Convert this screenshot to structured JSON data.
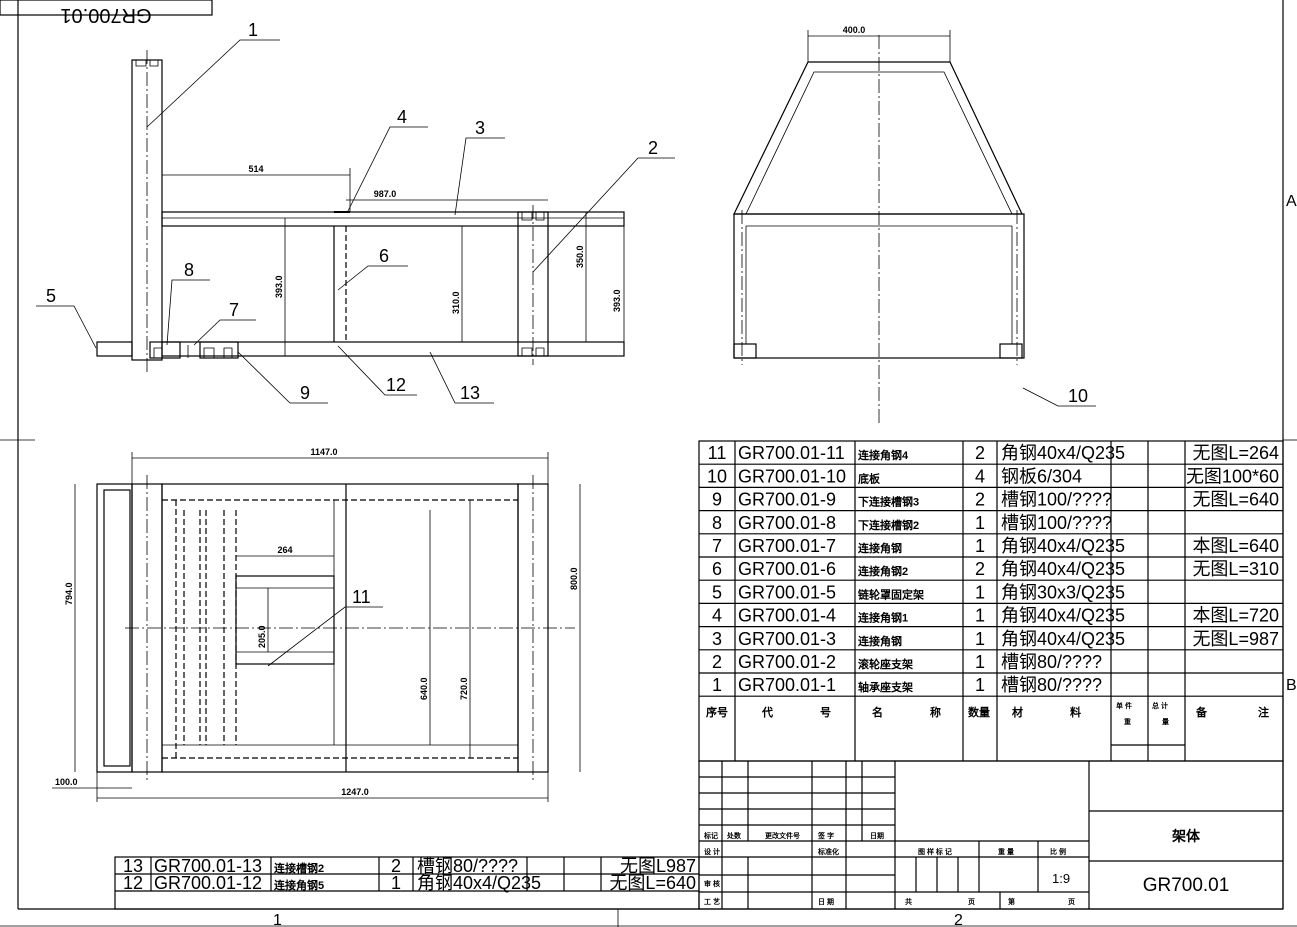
{
  "top_stamp": "GR700.01",
  "border": {
    "zone_a": "A",
    "zone_b": "B",
    "col_1": "1",
    "col_2": "2"
  },
  "balloons": [
    "1",
    "2",
    "3",
    "4",
    "5",
    "6",
    "7",
    "8",
    "9",
    "10",
    "11",
    "12",
    "13"
  ],
  "dimensions": {
    "d514": "514",
    "d987": "987.0",
    "d393a": "393.0",
    "d310": "310.0",
    "d350": "350.0",
    "d393b": "393.0",
    "d400": "400.0",
    "d1147": "1147.0",
    "d794": "794.0",
    "d800": "800.0",
    "d264": "264",
    "d205": "205.0",
    "d640": "640.0",
    "d720": "720.0",
    "d100": "100.0",
    "d1247": "1247.0"
  },
  "bom": {
    "rows": [
      {
        "no": "11",
        "code": "GR700.01-11",
        "name": "连接角钢4",
        "qty": "2",
        "material": "角钢40x4/Q235",
        "note": "无图L=264"
      },
      {
        "no": "10",
        "code": "GR700.01-10",
        "name": "底板",
        "qty": "4",
        "material": "钢板6/304",
        "note": "无图100*60"
      },
      {
        "no": "9",
        "code": "GR700.01-9",
        "name": "下连接槽钢3",
        "qty": "2",
        "material": "槽钢100/????",
        "note": "无图L=640"
      },
      {
        "no": "8",
        "code": "GR700.01-8",
        "name": "下连接槽钢2",
        "qty": "1",
        "material": "槽钢100/????",
        "note": ""
      },
      {
        "no": "7",
        "code": "GR700.01-7",
        "name": "连接角钢",
        "qty": "1",
        "material": "角钢40x4/Q235",
        "note": "本图L=640"
      },
      {
        "no": "6",
        "code": "GR700.01-6",
        "name": "连接角钢2",
        "qty": "2",
        "material": "角钢40x4/Q235",
        "note": "无图L=310"
      },
      {
        "no": "5",
        "code": "GR700.01-5",
        "name": "链轮罩固定架",
        "qty": "1",
        "material": "角钢30x3/Q235",
        "note": ""
      },
      {
        "no": "4",
        "code": "GR700.01-4",
        "name": "连接角钢1",
        "qty": "1",
        "material": "角钢40x4/Q235",
        "note": "本图L=720"
      },
      {
        "no": "3",
        "code": "GR700.01-3",
        "name": "连接角钢",
        "qty": "1",
        "material": "角钢40x4/Q235",
        "note": "无图L=987"
      },
      {
        "no": "2",
        "code": "GR700.01-2",
        "name": "滚轮座支架",
        "qty": "1",
        "material": "槽钢80/????",
        "note": ""
      },
      {
        "no": "1",
        "code": "GR700.01-1",
        "name": "轴承座支架",
        "qty": "1",
        "material": "槽钢80/????",
        "note": ""
      }
    ],
    "header": {
      "no": "序号",
      "code_a": "代",
      "code_b": "号",
      "name_a": "名",
      "name_b": "称",
      "qty": "数量",
      "mat_a": "材",
      "mat_b": "料",
      "unit": "单 件",
      "total": "总 计",
      "weight_a": "重",
      "weight_b": "量",
      "note_a": "备",
      "note_b": "注"
    }
  },
  "bottom_bom": [
    {
      "no": "13",
      "code": "GR700.01-13",
      "name": "连接槽钢2",
      "qty": "2",
      "material": "槽钢80/????",
      "note": "无图L987"
    },
    {
      "no": "12",
      "code": "GR700.01-12",
      "name": "连接角钢5",
      "qty": "1",
      "material": "角钢40x4/Q235",
      "note": "无图L=640"
    }
  ],
  "title_block": {
    "mark": "标记",
    "count": "处数",
    "doc": "更改文件号",
    "sign": "签 字",
    "date": "日期",
    "design": "设 计",
    "std": "标准化",
    "check": "审 核",
    "process": "工 艺",
    "date2": "日 期",
    "stage": "图 样 标 记",
    "weight": "重 量",
    "scale_lbl": "比 例",
    "scale": "1:9",
    "total": "共",
    "pages": "页",
    "sheet": "第",
    "page2": "页",
    "title": "架体",
    "drawing_no": "GR700.01"
  }
}
